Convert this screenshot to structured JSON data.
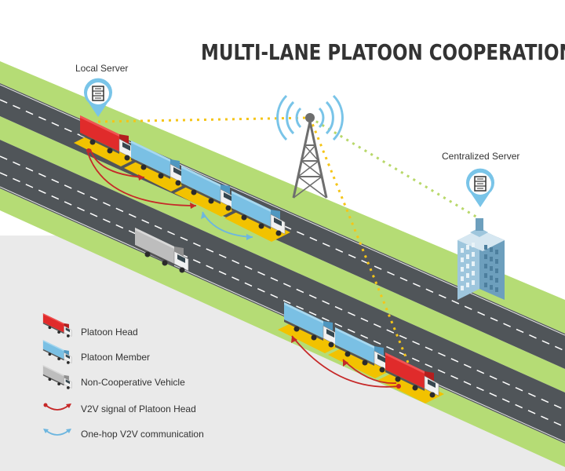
{
  "title": "MULTI-LANE PLATOON COOPERATION",
  "labels": {
    "local_server": "Local Server",
    "centralized_server": "Centralized Server"
  },
  "legend": [
    {
      "icon": "red-truck-icon",
      "label": "Platoon Head"
    },
    {
      "icon": "blue-truck-icon",
      "label": "Platoon Member"
    },
    {
      "icon": "gray-truck-icon",
      "label": "Non-Cooperative Vehicle"
    },
    {
      "icon": "red-arrow-icon",
      "label": "V2V signal of Platoon Head"
    },
    {
      "icon": "blue-double-arrow-icon",
      "label": "One-hop V2V communication"
    }
  ],
  "colors": {
    "platoon_head": "#e02b2b",
    "platoon_member": "#7ac0e4",
    "non_cooperative": "#bdbdbd",
    "v2v_head_signal": "#c62828",
    "one_hop": "#6db6df",
    "server_link": "#f5c518",
    "central_link": "#b8d86a",
    "grass": "#b5dc75",
    "road": "#505559",
    "pin": "#79c4e8",
    "tower": "#6e6e6e"
  }
}
